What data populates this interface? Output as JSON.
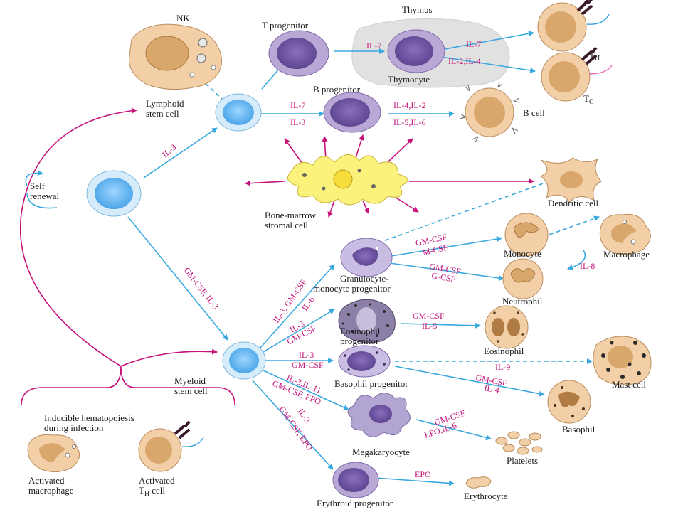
{
  "labels": {
    "nk": "NK",
    "t_progenitor": "T progenitor",
    "thymus": "Thymus",
    "thymocyte": "Thymocyte",
    "th": "T",
    "th_sub": "H",
    "tc": "T",
    "tc_sub": "C",
    "lymphoid_1": "Lymphoid",
    "lymphoid_2": "stem cell",
    "b_progenitor": "B progenitor",
    "b_cell": "B cell",
    "self_1": "Self",
    "self_2": "renewal",
    "stromal_1": "Bone-marrow",
    "stromal_2": "stromal cell",
    "dendritic": "Dendritic cell",
    "monocyte": "Monocyte",
    "macrophage": "Macrophage",
    "gm_prog_1": "Granulocyte-",
    "gm_prog_2": "monocyte progenitor",
    "neutrophil": "Neutrophil",
    "eos_prog_1": "Eosinophil",
    "eos_prog_2": "progenitor",
    "eosinophil": "Eosinophil",
    "myeloid_1": "Myeloid",
    "myeloid_2": "stem cell",
    "baso_prog": "Basophil progenitor",
    "mast": "Mast cell",
    "basophil": "Basophil",
    "megakaryocyte": "Megakaryocyte",
    "platelets": "Platelets",
    "erythroid": "Erythroid progenitor",
    "erythrocyte": "Erythrocyte",
    "inducible_1": "Inducible hematopoiesis",
    "inducible_2": "during infection",
    "act_mac_1": "Activated",
    "act_mac_2": "macrophage",
    "act_th_1": "Activated",
    "act_th_2": "T",
    "act_th_sub": "H",
    "act_th_3": "cell"
  },
  "cytokines": {
    "il7_t": "IL-7",
    "il7_th": "IL-7",
    "il2_il4": "IL-2,IL-4",
    "il7_b": "IL-7",
    "il3_b": "IL-3",
    "il4_il2": "IL-4,IL-2",
    "il5_il6": "IL-5,IL-6",
    "il3_lymph": "IL-3",
    "gmcsf_il3": "GM-CSF, IL-3",
    "gm_mcsf_1": "GM-CSF",
    "gm_mcsf_2": "M-CSF",
    "gm_gcsf_1": "GM-CSF",
    "gm_gcsf_2": "G-CSF",
    "il8": "IL-8",
    "gm_prog_cyt": "IL-3, GM-CSF",
    "gm_prog_cyt2": "IL-6",
    "eos_cyt_1": "IL-3",
    "eos_cyt_2": "GM-CSF",
    "gm_il5_1": "GM-CSF",
    "gm_il5_2": "IL-5",
    "baso_cyt_1": "IL-3",
    "baso_cyt_2": "GM-CSF",
    "il9": "IL-9",
    "gm_il4_1": "GM-CSF",
    "gm_il4_2": "IL-4",
    "mega_cyt_1": "IL-3,IL-11",
    "mega_cyt_2": "GM-CSF, EPO",
    "plt_cyt_1": "GM-CSF",
    "plt_cyt_2": "EPO,IL-6",
    "ery_cyt_1": "IL-3",
    "ery_cyt_2": "GM-CSF, EPO",
    "epo": "EPO"
  },
  "colors": {
    "arrow_blue": "#39a8df",
    "cytokine_magenta": "#c4127a",
    "stem_blue": "#5fb3ee",
    "lymph_purple": "#8a73b5",
    "tan": "#f2cfa6",
    "tan_nucleus": "#d9a66c",
    "thymus_grey": "#e1e1e1"
  }
}
